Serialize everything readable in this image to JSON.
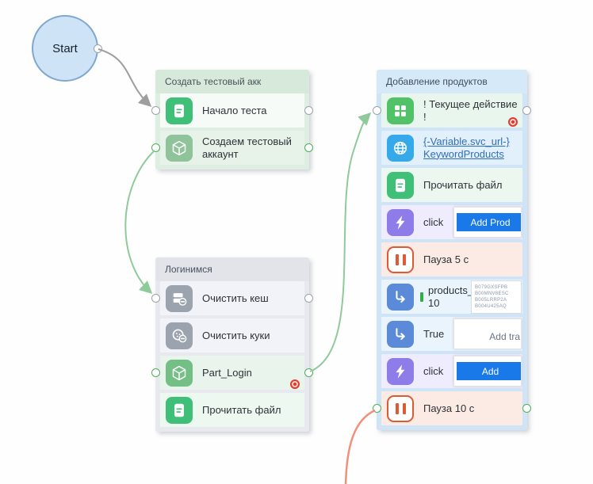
{
  "canvas": {
    "background": "#fefefe"
  },
  "start_node": {
    "label": "Start",
    "fill": "#cfe3f6",
    "border": "#7fa8cf",
    "port_color": "#4cae5a"
  },
  "groups": [
    {
      "title": "Создать тестовый акк",
      "theme": {
        "header_bg": "#d7e9da",
        "body_bg": "#dfeee3",
        "title_color": "#47525b"
      },
      "rows": [
        {
          "name": "nachalo-testa",
          "icon": "document-icon",
          "icon_bg": "#3fbf77",
          "bg": "#f6fbf7",
          "label": "Начало теста",
          "left_port": "#9aa3ad",
          "right_port": "#9aa3ad"
        },
        {
          "name": "sozdaem-testovyy-akkaunt",
          "icon": "cube-icon",
          "icon_bg": "#8fc39a",
          "bg": "#e7f3e9",
          "label": "Создаем тестовый аккаунт",
          "left_port": "#4cae5a",
          "right_port": "#4cae5a"
        }
      ]
    },
    {
      "title": "Логинимся",
      "theme": {
        "header_bg": "#e2e4e9",
        "body_bg": "#e7e9ee",
        "title_color": "#47525b"
      },
      "rows": [
        {
          "name": "ochistit-kesh",
          "icon": "clear-cache-icon",
          "icon_bg": "#9ba3ae",
          "bg": "#f1f3f9",
          "label": "Очистить кеш",
          "left_port": "#9aa3ad",
          "right_port": "#9aa3ad"
        },
        {
          "name": "ochistit-kuki",
          "icon": "clear-cookies-icon",
          "icon_bg": "#9ba3ae",
          "bg": "#f1f3f9",
          "label": "Очистить куки"
        },
        {
          "name": "part-login",
          "icon": "cube-icon",
          "icon_bg": "#74bf85",
          "bg": "#e9f5ec",
          "label": "Part_Login",
          "left_port": "#4cae5a",
          "right_port": "#4cae5a",
          "red_dot": true
        },
        {
          "name": "prochitat-fayl",
          "icon": "document-icon",
          "icon_bg": "#3fbf77",
          "bg": "#edf8f0",
          "label": "Прочитать файл"
        }
      ]
    },
    {
      "title": "Добавление продуктов",
      "theme": {
        "header_bg": "#d5e9f9",
        "body_bg": "#cfe4f7",
        "title_color": "#3d4d63"
      },
      "rows": [
        {
          "name": "tekushchee-deystvie",
          "icon": "grid-icon",
          "icon_bg": "#52c268",
          "bg": "#e9f6ee",
          "label": "! Текущее действие !",
          "left_port": "#9aa3ad",
          "right_port": "#9aa3ad",
          "red_dot": true
        },
        {
          "name": "get-keyword-products-url",
          "icon": "globe-icon",
          "icon_bg": "#36a9ea",
          "bg": "#e2f0fc",
          "link_lines": [
            "{-Variable.svc_url-}",
            "KeywordProducts"
          ],
          "link_color": "#2f6fb8"
        },
        {
          "name": "prochitat-fayl",
          "icon": "document-icon",
          "icon_bg": "#3fbf77",
          "bg": "#ebf7ef",
          "label": "Прочитать файл"
        },
        {
          "name": "click-add-prod",
          "icon": "lightning-icon",
          "icon_bg": "#8e7ce9",
          "bg": "#efedfd",
          "label": "click",
          "thumb": {
            "type": "button",
            "text": "Add Prod",
            "button_color": "#1a79e8"
          }
        },
        {
          "name": "pauza-5-s",
          "icon": "pause-icon",
          "icon_color": "#dd5a33",
          "bg": "#fcebe4",
          "label": "Пауза 5 с"
        },
        {
          "name": "products-10",
          "icon": "goto-icon",
          "icon_bg": "#5b8ad8",
          "bg": "#eaf4fd",
          "label_lines": [
            "products_",
            "10"
          ],
          "green_bar": true,
          "codebox": [
            "B079GXSFPB",
            "B00MNV8ESC",
            "B005LRRP2A",
            "B004U425AQ"
          ]
        },
        {
          "name": "true-branch",
          "icon": "goto-icon",
          "icon_bg": "#5b8ad8",
          "bg": "#eaf4fd",
          "label": "True",
          "thumb": {
            "type": "text",
            "text": "Add tra"
          }
        },
        {
          "name": "click-add",
          "icon": "lightning-icon",
          "icon_bg": "#8e7ce9",
          "bg": "#efedfd",
          "label": "click",
          "thumb": {
            "type": "button",
            "text": "Add",
            "button_color": "#1a79e8"
          }
        },
        {
          "name": "pauza-10-s",
          "icon": "pause-icon",
          "icon_color": "#dd5a33",
          "bg": "#fcebe4",
          "label": "Пауза 10 с",
          "left_port": "#4cae5a",
          "right_port": "#4cae5a"
        }
      ]
    }
  ],
  "connections": [
    {
      "from": "start",
      "to": "nachalo-testa",
      "color": "#9e9e9e"
    },
    {
      "from": "sozdaem-testovyy-akkaunt",
      "to": "ochistit-kesh",
      "color": "#8fca9a"
    },
    {
      "from": "part-login",
      "to": "tekushchee-deystvie",
      "color": "#8fca9a"
    },
    {
      "from": "offscreen-bottom",
      "to": "pauza-10-s",
      "color": "#f0907a"
    }
  ]
}
